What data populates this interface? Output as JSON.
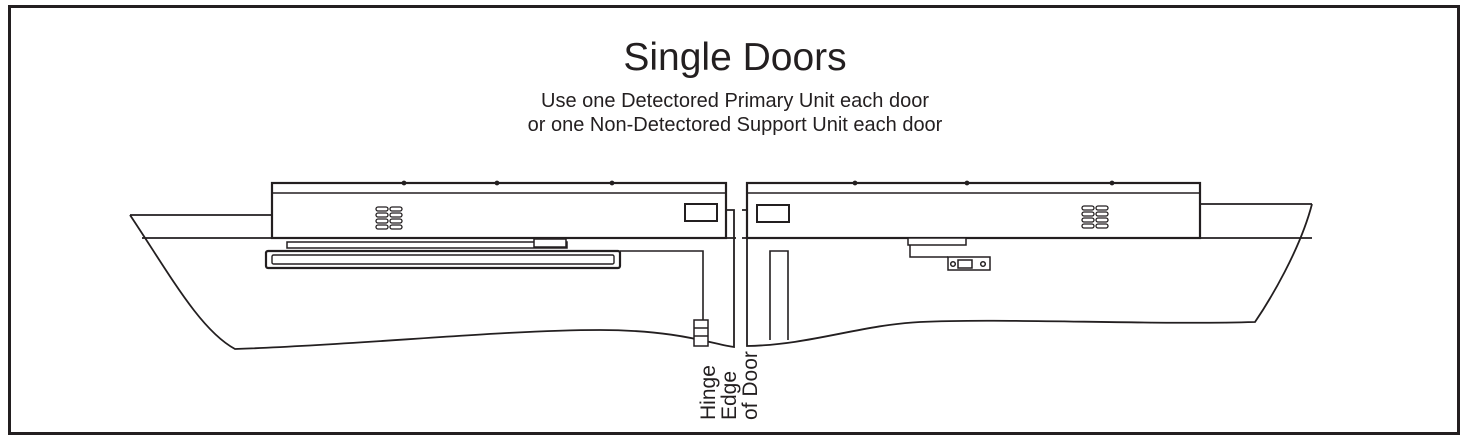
{
  "diagram": {
    "title": "Single Doors",
    "subtitle_lines": [
      "Use one Detectored Primary Unit each door",
      "or one Non-Detectored Support Unit each door"
    ],
    "hinge_label_lines": [
      "Hinge",
      "Edge",
      "of Door"
    ],
    "colors": {
      "line": "#231f20",
      "background": "#ffffff"
    }
  }
}
